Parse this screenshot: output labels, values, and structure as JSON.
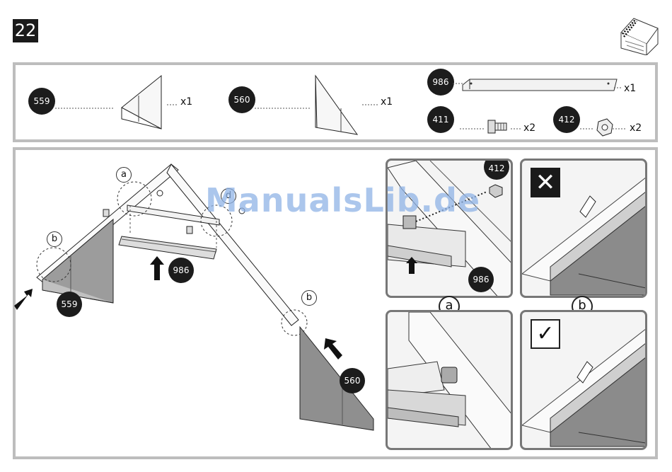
{
  "step_number": "22",
  "icon_name": "greenhouse-icon",
  "parts": [
    {
      "id": "559",
      "qty": "x1"
    },
    {
      "id": "560",
      "qty": "x1"
    },
    {
      "id": "986",
      "qty": "x1"
    },
    {
      "id": "411",
      "qty": "x2"
    },
    {
      "id": "412",
      "qty": "x2"
    }
  ],
  "main_diagram": {
    "callouts": {
      "a": "a",
      "b_left": "b",
      "b_right": "b",
      "d": "d"
    },
    "badges": {
      "p559": "559",
      "p986": "986",
      "p560": "560"
    }
  },
  "detail_panels": {
    "a_top": {
      "badge_412": "412",
      "badge_986": "986",
      "caption": "a"
    },
    "b_wrong": {
      "mark": "✕",
      "caption": "b"
    },
    "a_bottom": {},
    "b_right": {
      "mark": "✓"
    }
  },
  "watermark": "ManualsLib.de"
}
